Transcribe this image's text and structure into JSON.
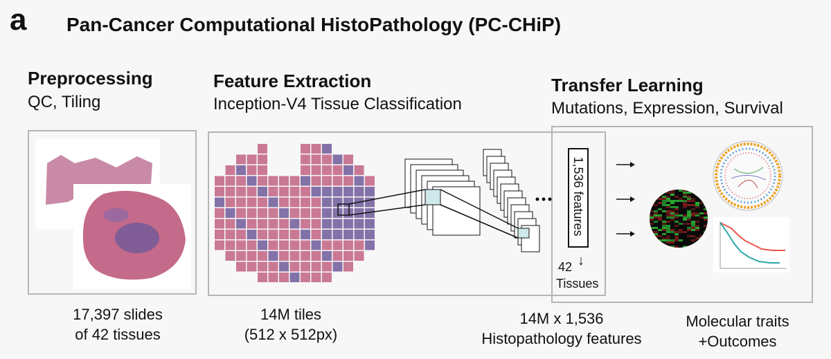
{
  "panel_label": "a",
  "title": "Pan-Cancer Computational HistoPathology (PC-CHiP)",
  "sections": {
    "preprocessing": {
      "heading": "Preprocessing",
      "subheading": "QC, Tiling",
      "caption_line1": "17,397 slides",
      "caption_line2": "of 42 tissues"
    },
    "feature_extraction": {
      "heading": "Feature Extraction",
      "subheading": "Inception-V4 Tissue Classification",
      "caption_line1": "14M tiles",
      "caption_line2": "(512 x 512px)"
    },
    "features": {
      "vector_label": "1,536 features",
      "tissues_count": "42",
      "tissues_label": "Tissues",
      "caption_line1": "14M x 1,536",
      "caption_line2": "Histopathology features"
    },
    "transfer_learning": {
      "heading": "Transfer Learning",
      "subheading": "Mutations, Expression, Survival",
      "caption_line1": "Molecular traits",
      "caption_line2": "+Outcomes"
    }
  },
  "colors": {
    "tissue_pink": "#c46a8a",
    "tissue_purple": "#6f5a9a",
    "km_red": "#e8584a",
    "km_teal": "#2aa6a8",
    "heatmap_green": "#2fbf3a",
    "heatmap_red": "#c82828"
  }
}
